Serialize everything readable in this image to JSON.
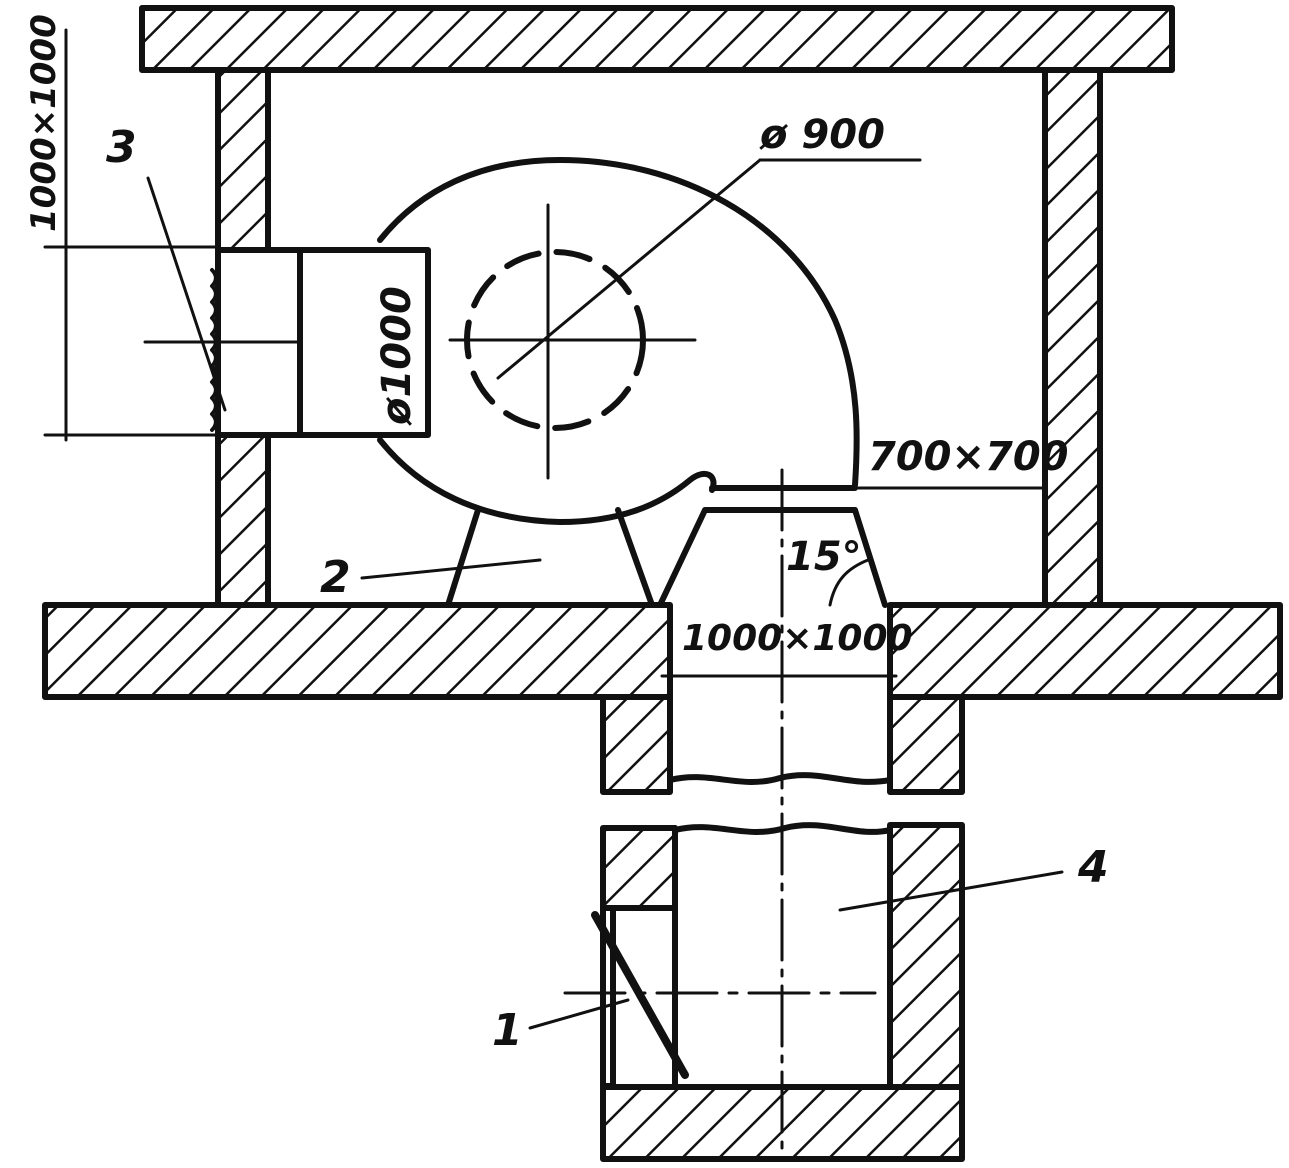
{
  "labels": {
    "part_1": "1",
    "part_2": "2",
    "part_3": "3",
    "part_4": "4"
  },
  "dimensions": {
    "fan_diameter": "ø 900",
    "inlet_diameter": "ø1000",
    "intake_opening": "1000×1000",
    "outlet_section": "700×700",
    "floor_opening": "1000×1000",
    "diffuser_angle": "15°"
  },
  "colors": {
    "line": "#111111",
    "background": "#ffffff"
  }
}
